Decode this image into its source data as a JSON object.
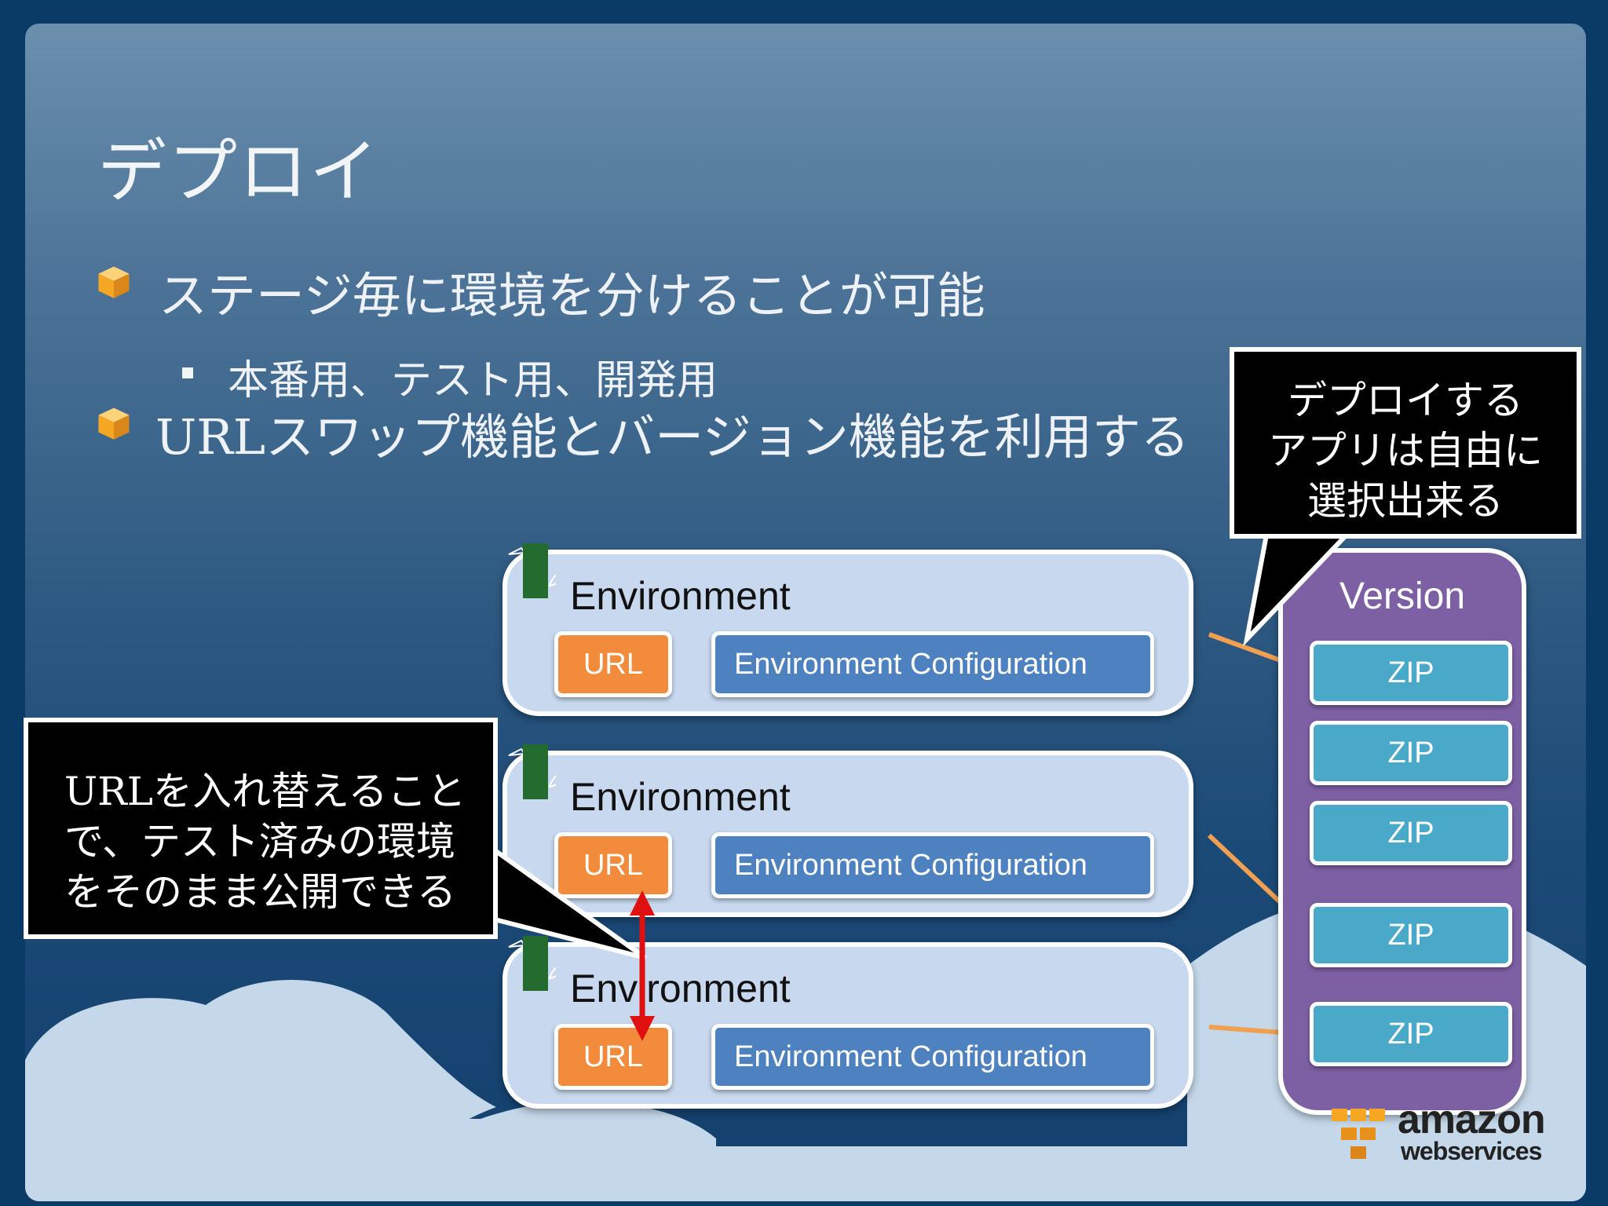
{
  "slide": {
    "title": "デプロイ",
    "bullets": [
      {
        "text": "ステージ毎に環境を分けることが可能"
      },
      {
        "text": "URLスワップ機能とバージョン機能を利用する"
      }
    ],
    "sub_bullet": "本番用、テスト用、開発用"
  },
  "diagram": {
    "environments": [
      {
        "label": "Environment",
        "url": "URL",
        "config": "Environment Configuration"
      },
      {
        "label": "Environment",
        "url": "URL",
        "config": "Environment Configuration"
      },
      {
        "label": "Environment",
        "url": "URL",
        "config": "Environment Configuration"
      }
    ],
    "version": {
      "label": "Version",
      "zips": [
        "ZIP",
        "ZIP",
        "ZIP",
        "ZIP",
        "ZIP"
      ]
    },
    "callout_version": [
      "デプロイする",
      "アプリは自由に",
      "選択出来る"
    ],
    "callout_url": [
      "URLを入れ替えること",
      "で、テスト済みの環境",
      "をそのまま公開できる"
    ]
  },
  "logo": {
    "line1": "amazon",
    "line2": "webservices"
  },
  "colors": {
    "environment": "#c8d8ee",
    "url": "#f28c3c",
    "config": "#4e81c0",
    "version": "#7d60a4",
    "zip": "#4aa8c8",
    "connector": "#f0a050",
    "swap_arrow": "#e01010",
    "bullet_icon": "#f5a623"
  },
  "icons": {
    "bullet": "package-cube-icon",
    "environment": "beanstalk-leaf-icon",
    "swap": "double-arrow-icon"
  }
}
